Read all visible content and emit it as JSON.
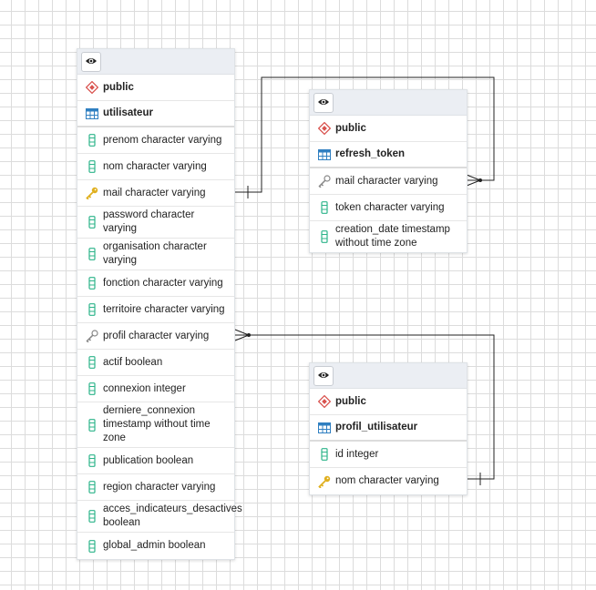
{
  "colors": {
    "schema_icon": "#d9534f",
    "table_icon": "#2f7fc1",
    "column_icon": "#2db48a",
    "primary_key_icon": "#e0b020",
    "foreign_key_icon": "#888888",
    "link_line": "#222222"
  },
  "tables": [
    {
      "id": "utilisateur",
      "schema": "public",
      "name": "utilisateur",
      "columns": [
        {
          "label": "prenom character varying",
          "icon": "column-icon"
        },
        {
          "label": "nom character varying",
          "icon": "column-icon"
        },
        {
          "label": "mail character varying",
          "icon": "primary-key-icon"
        },
        {
          "label": "password character varying",
          "icon": "column-icon"
        },
        {
          "label": "organisation character varying",
          "icon": "column-icon"
        },
        {
          "label": "fonction character varying",
          "icon": "column-icon"
        },
        {
          "label": "territoire character varying",
          "icon": "column-icon"
        },
        {
          "label": "profil character varying",
          "icon": "foreign-key-icon"
        },
        {
          "label": "actif boolean",
          "icon": "column-icon"
        },
        {
          "label": "connexion integer",
          "icon": "column-icon"
        },
        {
          "label": "derniere_connexion timestamp without time zone",
          "icon": "column-icon"
        },
        {
          "label": "publication boolean",
          "icon": "column-icon"
        },
        {
          "label": "region character varying",
          "icon": "column-icon"
        },
        {
          "label": "acces_indicateurs_desactives boolean",
          "icon": "column-icon"
        },
        {
          "label": "global_admin boolean",
          "icon": "column-icon"
        }
      ]
    },
    {
      "id": "refresh_token",
      "schema": "public",
      "name": "refresh_token",
      "columns": [
        {
          "label": "mail character varying",
          "icon": "foreign-key-icon"
        },
        {
          "label": "token character varying",
          "icon": "column-icon"
        },
        {
          "label": "creation_date timestamp without time zone",
          "icon": "column-icon"
        }
      ]
    },
    {
      "id": "profil_utilisateur",
      "schema": "public",
      "name": "profil_utilisateur",
      "columns": [
        {
          "label": "id integer",
          "icon": "column-icon"
        },
        {
          "label": "nom character varying",
          "icon": "primary-key-icon"
        }
      ]
    }
  ]
}
